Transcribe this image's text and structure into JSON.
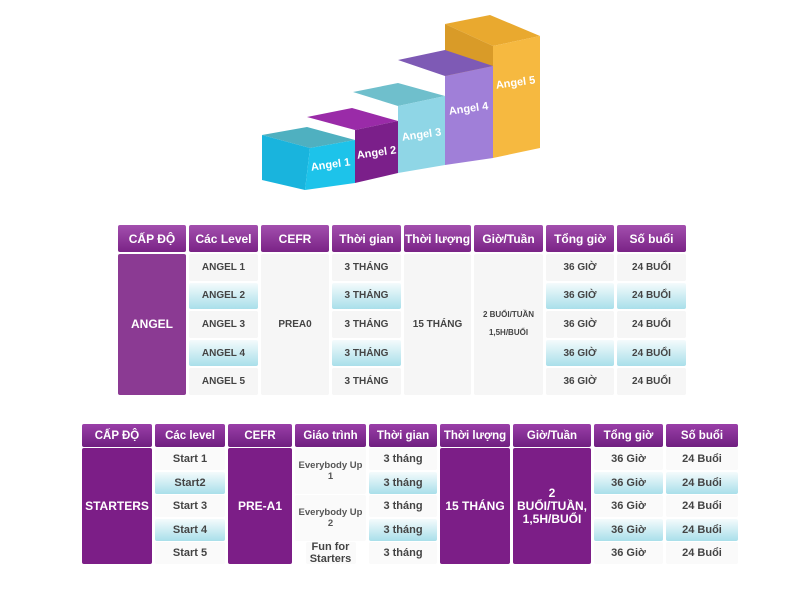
{
  "steps": {
    "labels": [
      "Angel 1",
      "Angel 2",
      "Angel 3",
      "Angel 4",
      "Angel 5"
    ],
    "colors": [
      "#1dc3ea",
      "#7b1f8a",
      "#8fd6e6",
      "#a07fd8",
      "#f6b940"
    ]
  },
  "angel_table": {
    "headers": [
      "CẤP ĐỘ",
      "Các Level",
      "CEFR",
      "Thời gian",
      "Thời lượng",
      "Giờ/Tuần",
      "Tổng giờ",
      "Số buổi"
    ],
    "level": "ANGEL",
    "cefr": "PREA0",
    "duration": "15 THÁNG",
    "hours_per_week_line1": "2 BUỔI/TUẦN",
    "hours_per_week_line2": "1,5H/BUỔI",
    "rows": [
      {
        "level": "ANGEL 1",
        "time": "3 THÁNG",
        "total_hours": "36 GIỜ",
        "sessions": "24 BUỔI"
      },
      {
        "level": "ANGEL 2",
        "time": "3 THÁNG",
        "total_hours": "36 GIỜ",
        "sessions": "24 BUỔI"
      },
      {
        "level": "ANGEL 3",
        "time": "3 THÁNG",
        "total_hours": "36 GIỜ",
        "sessions": "24 BUỔI"
      },
      {
        "level": "ANGEL 4",
        "time": "3 THÁNG",
        "total_hours": "36 GIỜ",
        "sessions": "24 BUỔI"
      },
      {
        "level": "ANGEL 5",
        "time": "3 THÁNG",
        "total_hours": "36 GIỜ",
        "sessions": "24 BUỔI"
      }
    ]
  },
  "starters_table": {
    "headers": [
      "CẤP ĐỘ",
      "Các level",
      "CEFR",
      "Giáo trình",
      "Thời gian",
      "Thời lượng",
      "Giờ/Tuần",
      "Tổng giờ",
      "Số buổi"
    ],
    "level": "STARTERS",
    "cefr": "PRE-A1",
    "curricula": [
      "Everybody Up 1",
      "Everybody Up 2",
      "Fun for Starters"
    ],
    "duration": "15 THÁNG",
    "hours_per_week": "2 BUỔI/TUẦN, 1,5H/BUỔI",
    "rows": [
      {
        "level": "Start 1",
        "time": "3 tháng",
        "total_hours": "36 Giờ",
        "sessions": "24 Buổi"
      },
      {
        "level": "Start2",
        "time": "3 tháng",
        "total_hours": "36 Giờ",
        "sessions": "24 Buổi"
      },
      {
        "level": "Start 3",
        "time": "3 tháng",
        "total_hours": "36 Giờ",
        "sessions": "24 Buổi"
      },
      {
        "level": "Start 4",
        "time": "3 tháng",
        "total_hours": "36 Giờ",
        "sessions": "24 Buổi"
      },
      {
        "level": "Start 5",
        "time": "3 tháng",
        "total_hours": "36 Giờ",
        "sessions": "24 Buổi"
      }
    ]
  }
}
